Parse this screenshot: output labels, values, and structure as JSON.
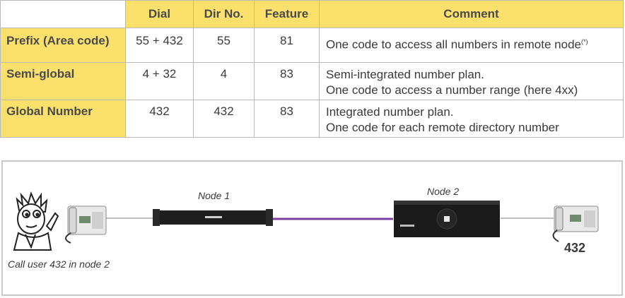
{
  "table": {
    "headers": [
      "Dial",
      "Dir No.",
      "Feature",
      "Comment"
    ],
    "rows": [
      {
        "label": "Prefix (Area code)",
        "dial": "55 + 432",
        "dir": "55",
        "feature": "81",
        "comment1": "One code to access all numbers in remote node",
        "sup": "(*)",
        "comment2": ""
      },
      {
        "label": "Semi-global",
        "dial": "4 + 32",
        "dir": "4",
        "feature": "83",
        "comment1": "Semi-integrated number plan.",
        "sup": "",
        "comment2": "One code to access a number range (here 4xx)"
      },
      {
        "label": "Global Number",
        "dial": "432",
        "dir": "432",
        "feature": "83",
        "comment1": "Integrated number plan.",
        "sup": "",
        "comment2": "One code for each remote directory number"
      }
    ]
  },
  "diagram": {
    "node1_label": "Node 1",
    "node2_label": "Node  2",
    "caller_caption": "Call user 432 in node 2",
    "target_number": "432",
    "link_color": "#7b3fa0"
  }
}
